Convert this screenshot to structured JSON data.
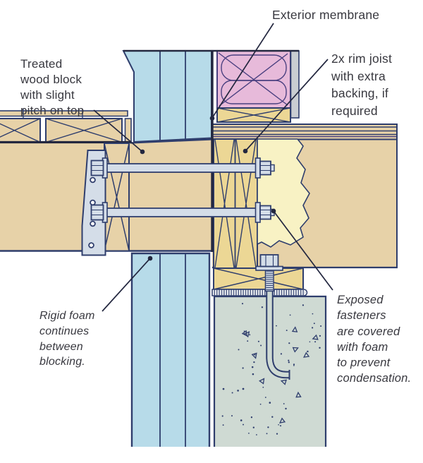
{
  "labels": {
    "exterior_membrane": {
      "text": "Exterior membrane"
    },
    "rim_joist": {
      "text": "2x rim joist\nwith extra\nbacking, if\nrequired"
    },
    "treated_block": {
      "text": "Treated\nwood block\nwith slight\npitch on top"
    },
    "rigid_foam": {
      "text": "Rigid foam\ncontinues\nbetween\nblocking."
    },
    "exposed_fasteners": {
      "text": "Exposed\nfasteners\nare covered\nwith foam\nto prevent\ncondensation."
    }
  },
  "colors": {
    "outline_navy": "#2f3e6d",
    "line_dark": "#23273f",
    "wood_tan": "#e7d2a8",
    "wood_yellow": "#ecd795",
    "foam_blue": "#b7dbe9",
    "insulation_pink": "#e7bada",
    "insulation_outline": "#4a4080",
    "drywall_gray": "#c9cdd2",
    "hardware_gray": "#d4dde8",
    "spray_foam_yellow": "#f8f2c4",
    "concrete_green": "#cfdad3",
    "label_text": "#38383f"
  }
}
